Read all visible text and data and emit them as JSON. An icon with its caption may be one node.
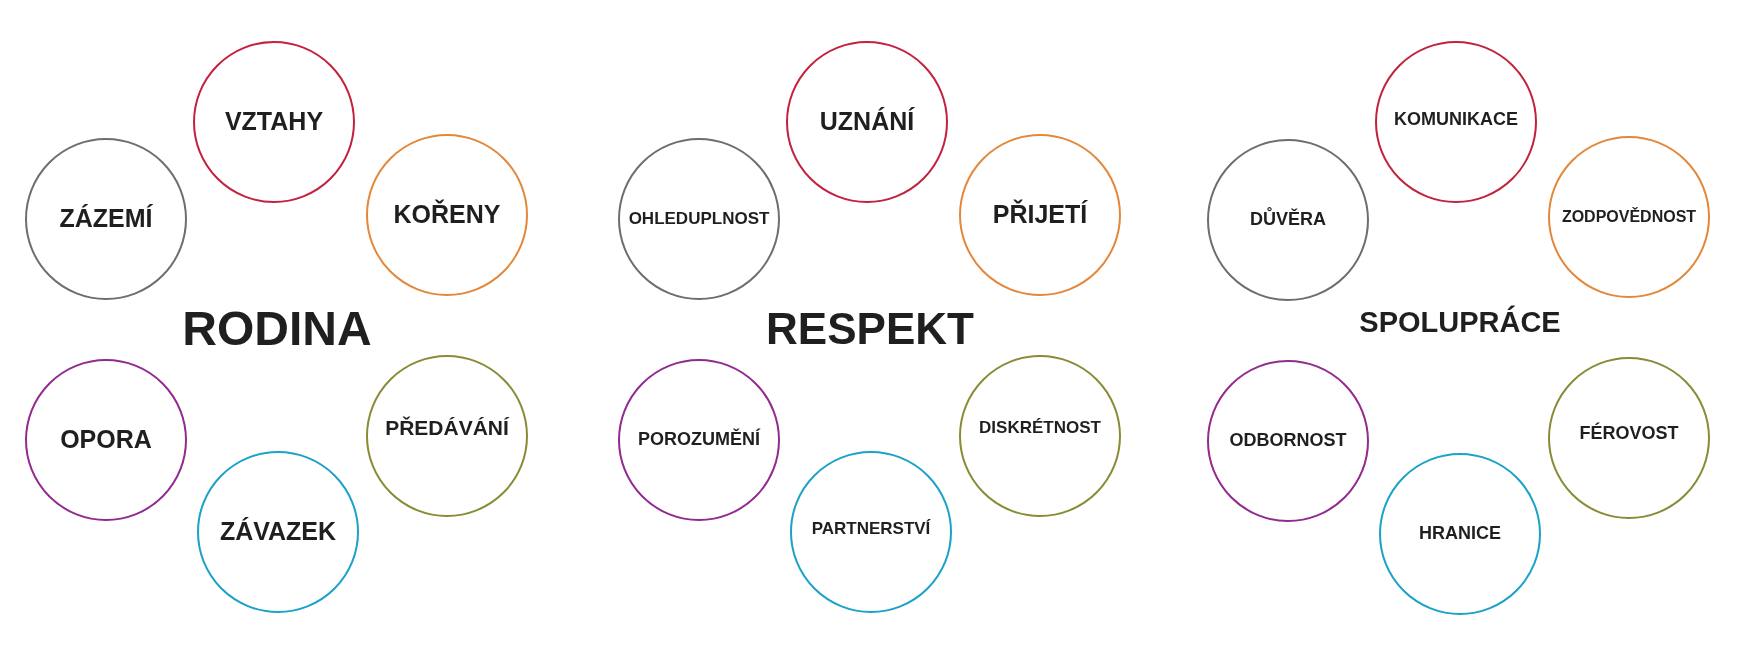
{
  "diagram": {
    "nodes": [
      {
        "text": [
          "VZTAHY"
        ]
      },
      {
        "text": [
          "ZÁZEMÍ"
        ]
      },
      {
        "text": [
          "KOŘENY"
        ]
      },
      {
        "text": [
          "OPORA"
        ]
      },
      {
        "text": [
          "PŘEDÁVÁNÍ"
        ]
      },
      {
        "text": [
          "ZÁVAZEK"
        ]
      },
      {
        "text": [
          "UZNÁNÍ"
        ]
      },
      {
        "text": [
          "OHLEDUPLNOST"
        ]
      },
      {
        "text": [
          "PŘIJETÍ"
        ]
      },
      {
        "text": [
          "POROZUMĚNÍ"
        ]
      },
      {
        "text": [
          "DISKRÉTNOST"
        ]
      },
      {
        "text": [
          "PARTNERSTVÍ"
        ]
      },
      {
        "text": [
          "KOMUNIKACE"
        ]
      },
      {
        "text": [
          "DŮVĚRA"
        ]
      },
      {
        "text": [
          "ZODPOVĚDNOST"
        ]
      },
      {
        "text": [
          "ODBORNOST"
        ]
      },
      {
        "text": [
          "FÉROVOST"
        ]
      },
      {
        "text": [
          "HRANICE"
        ]
      }
    ],
    "labels": [
      "RODINA",
      "RESPEKT",
      "SPOLUPRÁCE"
    ]
  }
}
